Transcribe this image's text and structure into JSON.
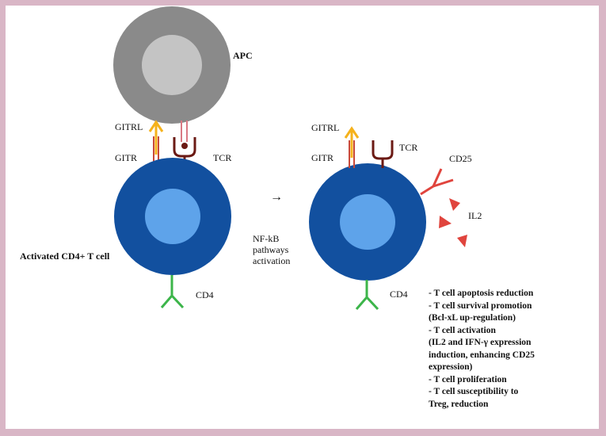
{
  "labels": {
    "apc": "APC",
    "gitrl_left": "GITRL",
    "gitr_left": "GITR",
    "tcr_left": "TCR",
    "activated_cell": "Activated CD4+ T cell",
    "cd4_left": "CD4",
    "arrow": "→",
    "nfkb_line1": "NF-kB",
    "nfkb_line2": "pathways",
    "nfkb_line3": "activation",
    "gitrl_right": "GITRL",
    "gitr_right": "GITR",
    "tcr_right": "TCR",
    "cd25": "CD25",
    "il2": "IL2",
    "cd4_right": "CD4"
  },
  "effects": [
    "- T cell apoptosis reduction",
    "- T cell survival promotion",
    "(Bcl-xL up-regulation)",
    "- T cell activation",
    "(IL2 and IFN-γ expression",
    "induction, enhancing CD25",
    "expression)",
    "- T cell proliferation",
    "- T cell susceptibility to",
    "Treg, reduction"
  ],
  "colors": {
    "background": "#d9b6c6",
    "apc_outer": "#8a8a8a",
    "apc_inner": "#c4c4c4",
    "tcell_outer": "#12509f",
    "tcell_inner": "#5ea3ea",
    "gitrl": "#f5b21c",
    "gitr": "#c94a3a",
    "tcr": "#6b1a14",
    "cd4": "#3cb54a",
    "cd25": "#e0443d",
    "il2": "#e0443d"
  }
}
